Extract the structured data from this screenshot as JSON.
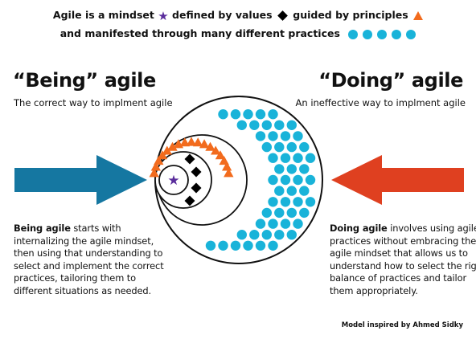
{
  "legend": {
    "line1_a": "Agile is a mindset",
    "line1_b": "defined by values",
    "line1_c": "guided by principles",
    "line2": "and manifested through many different practices"
  },
  "left": {
    "heading": "“Being” agile",
    "subtitle": "The correct way to implment agile",
    "para_bold": "Being agile",
    "para_rest": " starts with internalizing the agile mindset, then using that understanding to select and implement the correct practices, tailoring them to different situations as needed."
  },
  "right": {
    "heading": "“Doing” agile",
    "subtitle": "An ineffective way to implment agile",
    "para_bold": "Doing agile",
    "para_rest": " involves using agile practices without embracing the agile mindset that allows us to understand how to select the right balance of practices and tailor them appropriately."
  },
  "credit": "Model inspired by Ahmed Sidky",
  "colors": {
    "star": "#5a2d9c",
    "triangle": "#f26b1d",
    "dot": "#19b3d9",
    "left_arrow": "#1577a1",
    "right_arrow": "#df4020"
  },
  "icons": [
    "star-icon",
    "diamond-icon",
    "triangle-icon",
    "dot-icon"
  ],
  "diagram": {
    "ring_counts": {
      "diamonds": 4,
      "triangles": 17,
      "dots": 55
    }
  }
}
